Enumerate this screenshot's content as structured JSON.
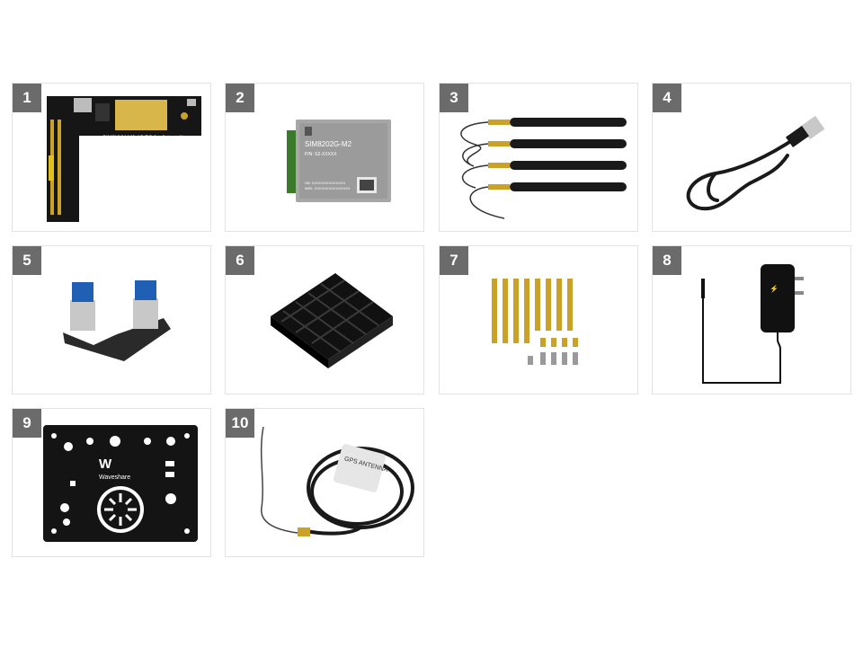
{
  "items": [
    {
      "number": "1",
      "caption": "SIM8XXX-M2 4G/5G for Jetson Nano",
      "icon": "adapter-board-icon"
    },
    {
      "number": "2",
      "title": "SIM8202G-M2",
      "pn": "P/N: S2-XXXXX",
      "sn": "SN: XXXXXXXXXXXXXX",
      "imei": "IMEI: XXXXXXXXXXXXXXX",
      "icon": "5g-module-icon"
    },
    {
      "number": "3",
      "icon": "antennas-icon"
    },
    {
      "number": "4",
      "icon": "usb-cable-icon"
    },
    {
      "number": "5",
      "icon": "usb-connector-icon"
    },
    {
      "number": "6",
      "icon": "heatsink-icon"
    },
    {
      "number": "7",
      "icon": "standoffs-screws-icon"
    },
    {
      "number": "8",
      "icon": "power-adapter-icon"
    },
    {
      "number": "9",
      "brand": "Waveshare",
      "icon": "mounting-plate-icon"
    },
    {
      "number": "10",
      "label": "GPS ANTENNA",
      "icon": "gps-antenna-icon"
    }
  ],
  "colors": {
    "badge": "#6b6b6b",
    "border": "#e3e3e3",
    "board": "#161616",
    "gold": "#c9a227",
    "module": "#9a9a9a"
  }
}
